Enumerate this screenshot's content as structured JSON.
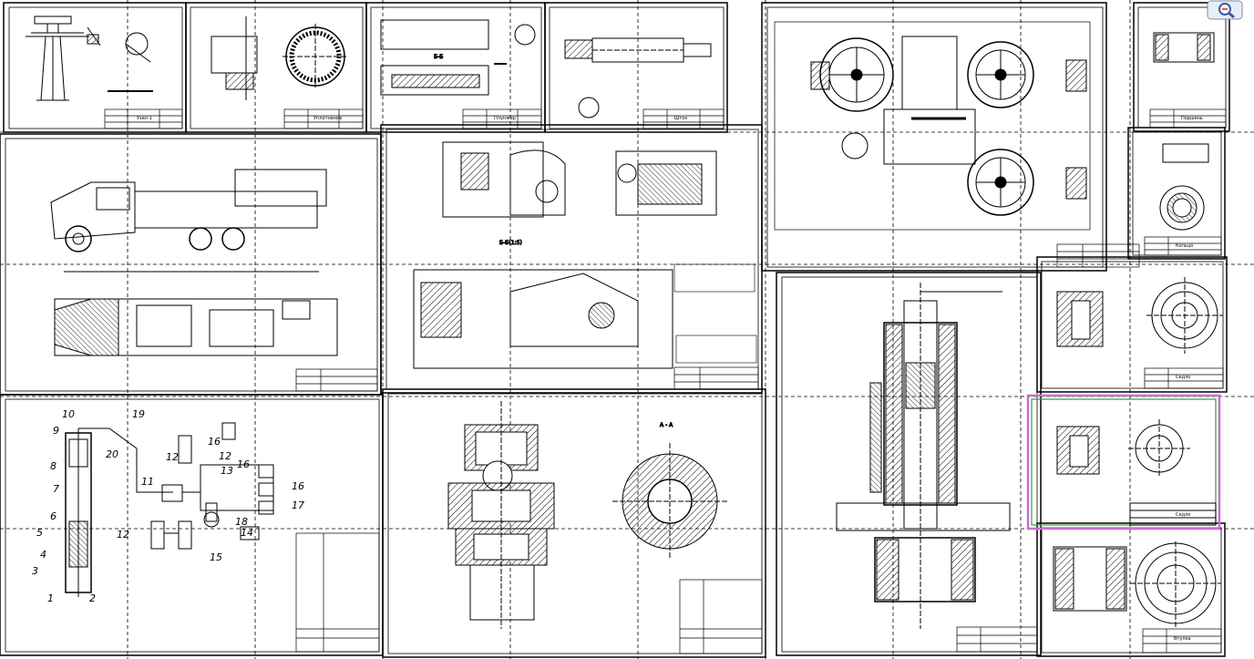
{
  "sheet_titles": {
    "wellhead_sheet": "Узел 1",
    "plunger_sheet": "Плунжер",
    "rod_sheet": "Шток",
    "seal_sheet": "Уплотнение",
    "right_small_top": "Поршень",
    "right_small_mid": "Кольцо",
    "right_mid": "Седло",
    "right_selected": "Седло",
    "right_bottom": "Втулка"
  },
  "section_labels": {
    "pump_view": "Б-Б(1:5)",
    "valve_section": "А - А"
  },
  "scheme_callouts": [
    "10",
    "9",
    "8",
    "7",
    "6",
    "5",
    "4",
    "3",
    "1",
    "2",
    "19",
    "20",
    "11",
    "12",
    "13",
    "12",
    "14",
    "12",
    "15",
    "16",
    "16",
    "16",
    "17",
    "18"
  ],
  "icons": {
    "zoom": "magnifier-icon"
  },
  "colors": {
    "line": "#000000",
    "selection": "#c86fd0",
    "selection_inner": "#2aa52a"
  }
}
